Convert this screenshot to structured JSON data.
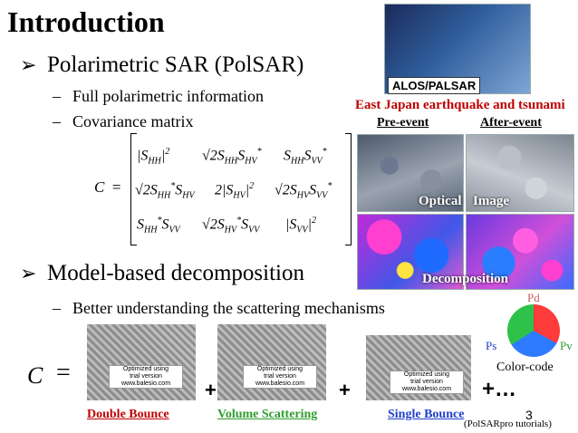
{
  "title": "Introduction",
  "bullets": [
    {
      "text": "Polarimetric SAR (PolSAR)"
    },
    {
      "text": "Model-based decomposition"
    }
  ],
  "sub_items": [
    "Full polarimetric information",
    "Covariance matrix",
    "Better understanding the scattering mechanisms"
  ],
  "satellite_label": "ALOS/PALSAR",
  "event_title": "East Japan earthquake and tsunami",
  "pre_event": "Pre-event",
  "after_event": "After-event",
  "optical_label": "Optical",
  "image_label": "Image",
  "decomposition_label": "Decomposition",
  "equation_symbol": "C",
  "equals": "=",
  "equation_lhs_big": "C",
  "equation_eq_big": "=",
  "plus_signs": [
    "+",
    "+",
    "+…"
  ],
  "mechanisms": [
    {
      "label": "Double Bounce",
      "color": "#c00000"
    },
    {
      "label": "Volume Scattering",
      "color": "#2e9d2e"
    },
    {
      "label": "Single Bounce",
      "color": "#1f3fcc"
    }
  ],
  "color_code": {
    "pd": "Pd",
    "ps": "Ps",
    "pv": "Pv",
    "caption": "Color-code"
  },
  "page_number": "3",
  "source_note": "(PolSARpro tutorials)",
  "watermark": {
    "line1": "Optimized using",
    "line2": "trial version",
    "line3": "www.balesio.com"
  },
  "matrix": [
    [
      "|S_HH|²",
      "√2 S_HH S_HV*",
      "S_HH S_VV*"
    ],
    [
      "√2 S_HH* S_HV",
      "2|S_HV|²",
      "√2 S_HV S_VV*"
    ],
    [
      "S_HH* S_VV",
      "√2 S_HV* S_VV",
      "|S_VV|²"
    ]
  ]
}
